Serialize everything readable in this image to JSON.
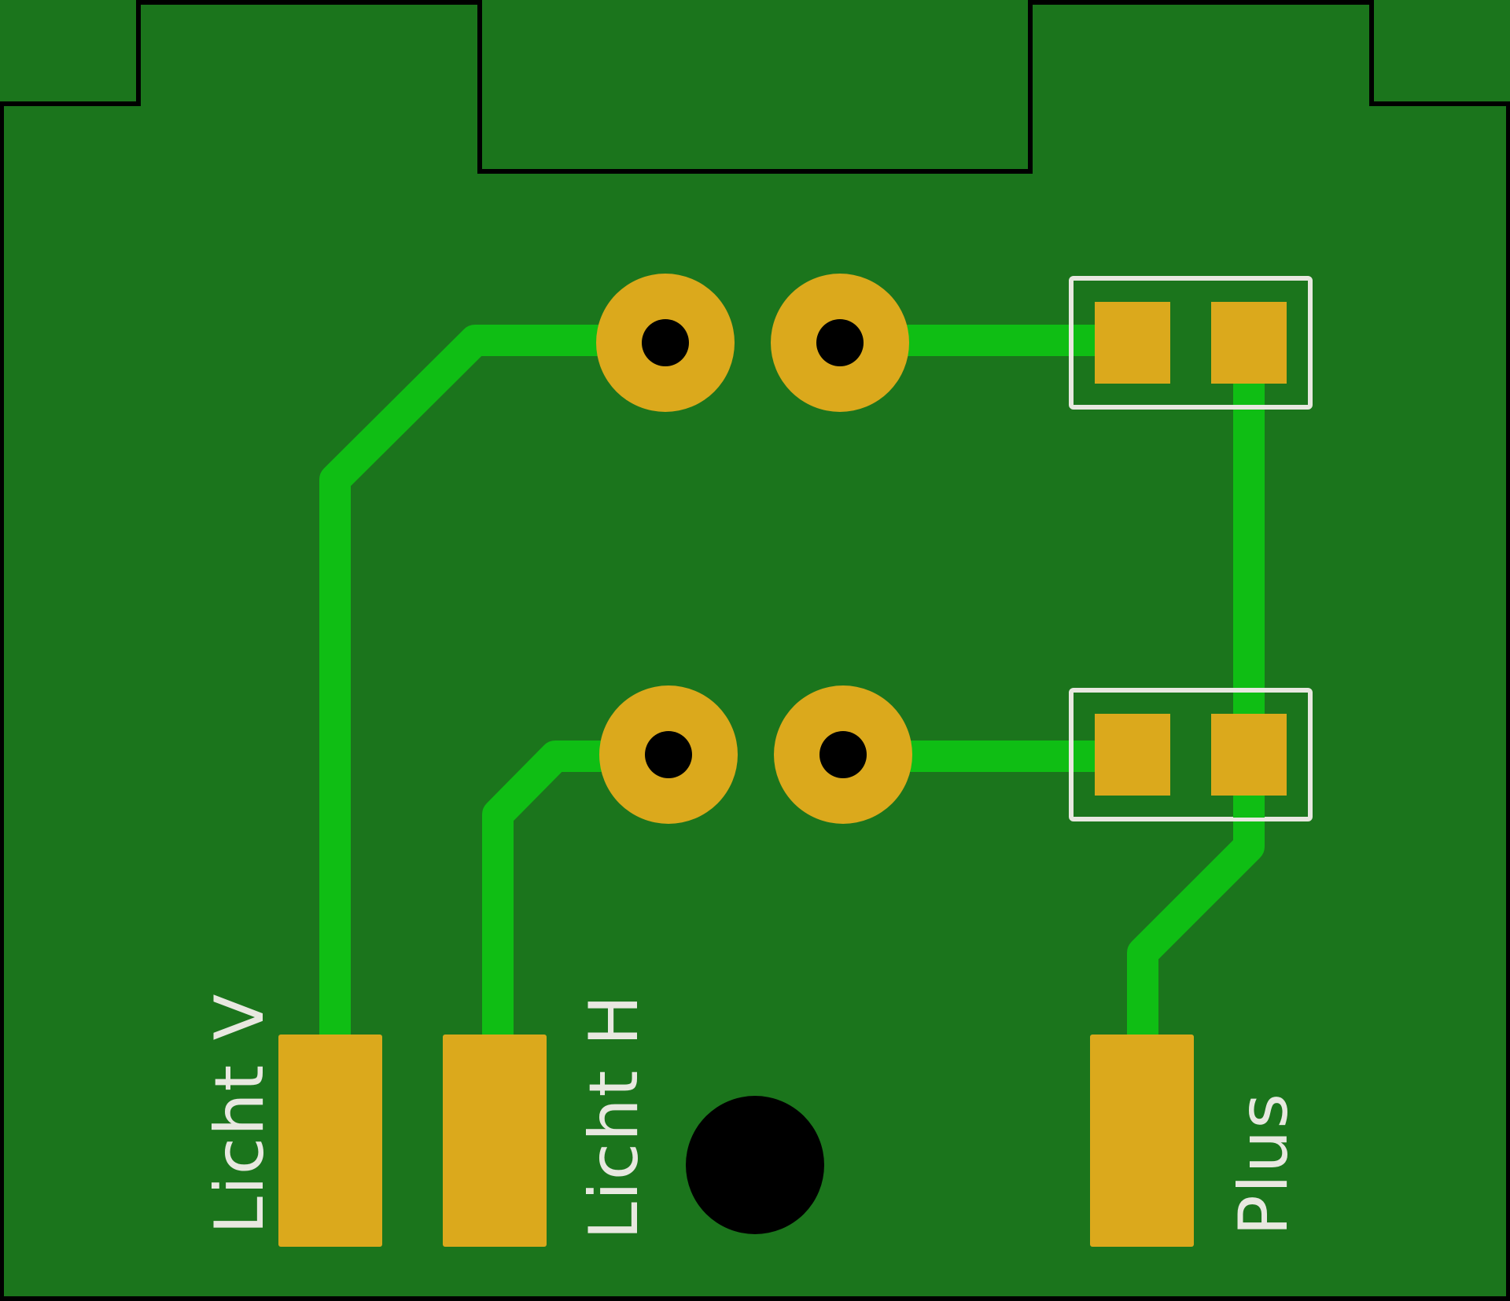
{
  "board": {
    "substrate_color": "#1b751c",
    "outline_color": "#000000",
    "trace_color": "#0fbe14",
    "copper_color": "#dba91c",
    "silkscreen_color": "#e8e8e0",
    "hole_color": "#000000"
  },
  "labels": {
    "licht_v": "Licht V",
    "licht_h": "Licht H",
    "plus": "Plus"
  },
  "components": {
    "smd_pad_pairs": 2,
    "through_hole_pads": 4,
    "edge_pads": 3,
    "mounting_holes": 1
  }
}
